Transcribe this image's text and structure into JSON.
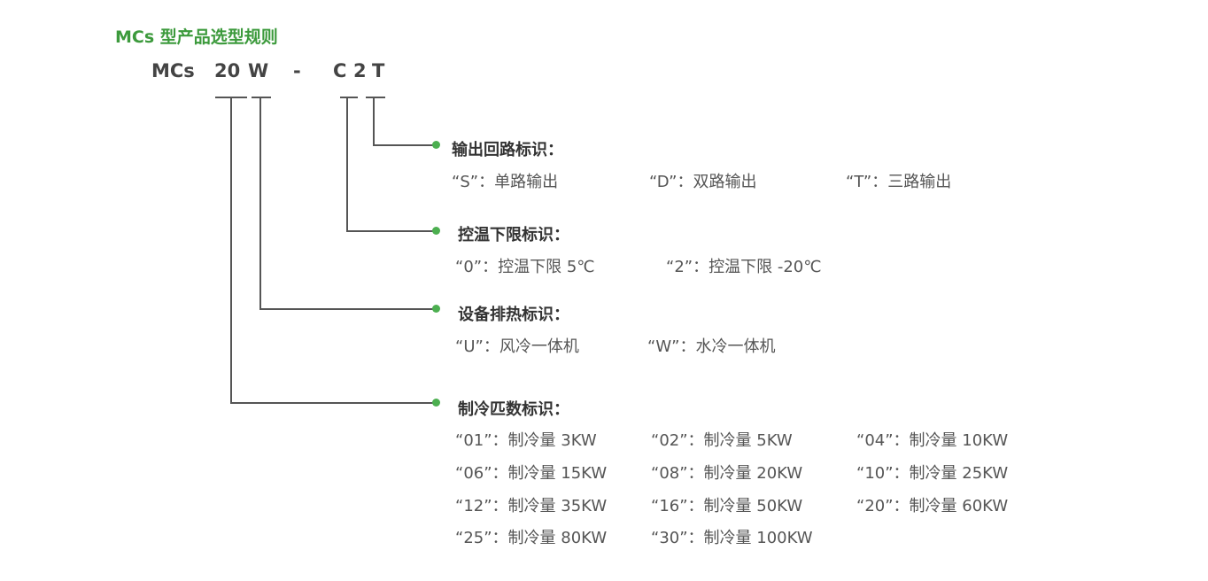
{
  "title": "MCs 型产品选型规则",
  "code": {
    "series": "MCs",
    "capacity": "20",
    "heat": "W",
    "dash": "-",
    "temp_prefix": "C",
    "temp": "2",
    "output": "T"
  },
  "output_group": {
    "heading": "输出回路标识：",
    "options": [
      "“S”：单路输出",
      "“D”：双路输出",
      "“T”：三路输出"
    ]
  },
  "temp_group": {
    "heading": "控温下限标识：",
    "options": [
      "“0”：控温下限 5℃",
      "“2”：控温下限 -20℃"
    ]
  },
  "heat_group": {
    "heading": "设备排热标识：",
    "options": [
      "“U”：风冷一体机",
      "“W”：水冷一体机"
    ]
  },
  "capacity_group": {
    "heading": "制冷匹数标识：",
    "options": [
      "“01”：制冷量 3KW",
      "“02”：制冷量 5KW",
      "“04”：制冷量 10KW",
      "“06”：制冷量 15KW",
      "“08”：制冷量 20KW",
      "“10”：制冷量 25KW",
      "“12”：制冷量 35KW",
      "“16”：制冷量 50KW",
      "“20”：制冷量 60KW",
      "“25”：制冷量 80KW",
      "“30”：制冷量 100KW"
    ]
  },
  "colors": {
    "title": "#3c9a3c",
    "dot": "#4caf50",
    "line": "#555555"
  }
}
